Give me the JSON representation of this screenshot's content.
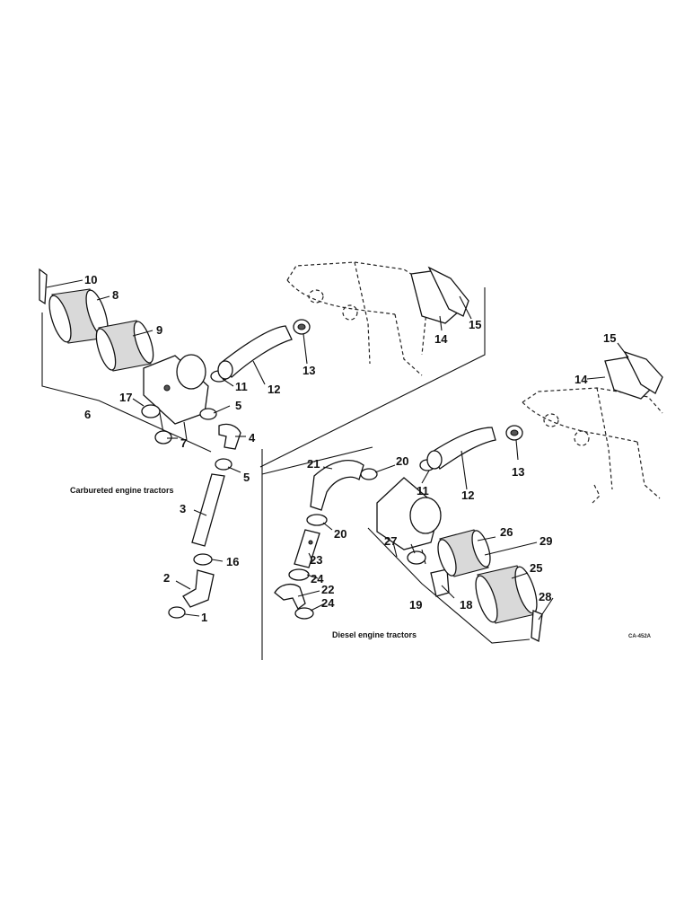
{
  "captions": {
    "carbureted": "Carbureted engine tractors",
    "diesel": "Diesel engine tractors",
    "code": "CA-452A"
  },
  "callouts": {
    "c1": "1",
    "c2": "2",
    "c3": "3",
    "c4": "4",
    "c5a": "5",
    "c5b": "5",
    "c6": "6",
    "c7": "7",
    "c8": "8",
    "c9": "9",
    "c10": "10",
    "c11a": "11",
    "c12a": "12",
    "c13a": "13",
    "c14a": "14",
    "c15a": "15",
    "c16": "16",
    "c17": "17",
    "c11b": "11",
    "c12b": "12",
    "c13b": "13",
    "c14b": "14",
    "c15b": "15",
    "c18": "18",
    "c19": "19",
    "c20a": "20",
    "c20b": "20",
    "c21": "21",
    "c22": "22",
    "c23": "23",
    "c24a": "24",
    "c24b": "24",
    "c25": "25",
    "c26": "26",
    "c27": "27",
    "c28": "28",
    "c29": "29"
  }
}
